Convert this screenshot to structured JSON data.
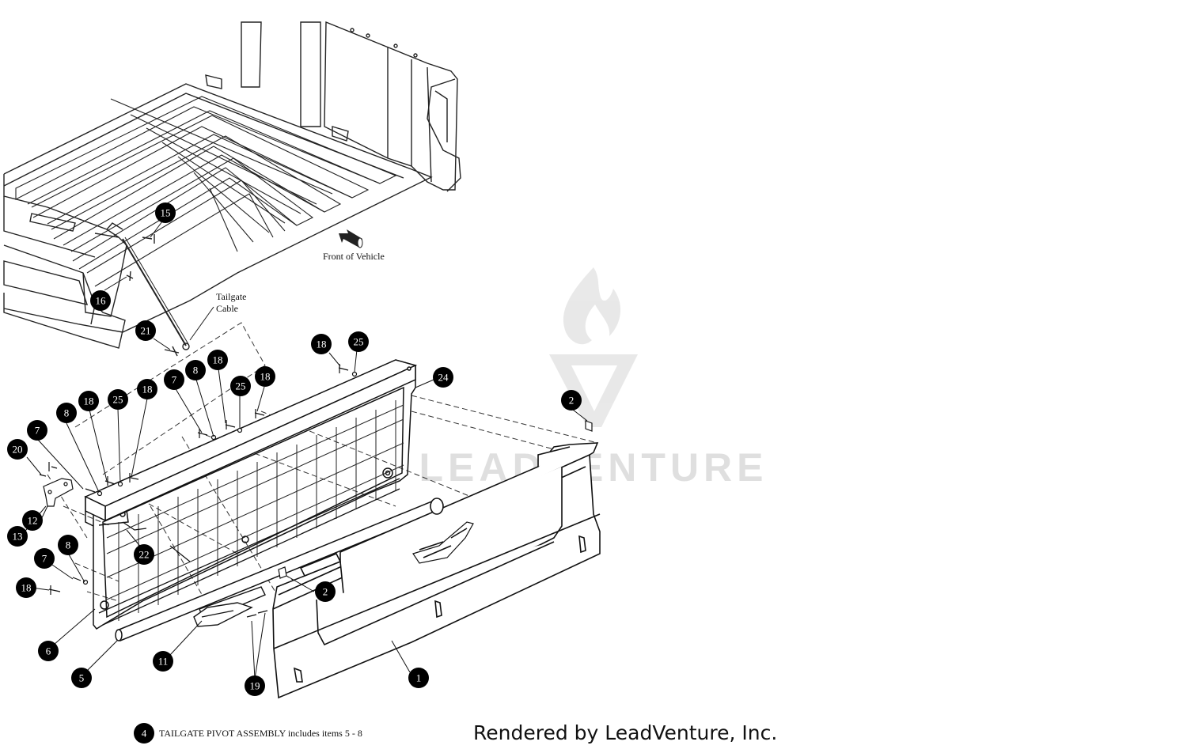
{
  "labels": {
    "front_of_vehicle": "Front of Vehicle",
    "tailgate_cable_line1": "Tailgate",
    "tailgate_cable_line2": "Cable"
  },
  "watermark": "LEADVENTURE",
  "callouts": [
    "15",
    "16",
    "21",
    "18",
    "25",
    "24",
    "2",
    "18",
    "8",
    "7",
    "25",
    "18",
    "18",
    "25",
    "18",
    "8",
    "7",
    "20",
    "12",
    "13",
    "8",
    "7",
    "18",
    "22",
    "2",
    "6",
    "5",
    "11",
    "19",
    "1"
  ],
  "note": {
    "number": "4",
    "text": "TAILGATE PIVOT ASSEMBLY includes items 5 - 8"
  },
  "footer": "Rendered by LeadVenture, Inc."
}
